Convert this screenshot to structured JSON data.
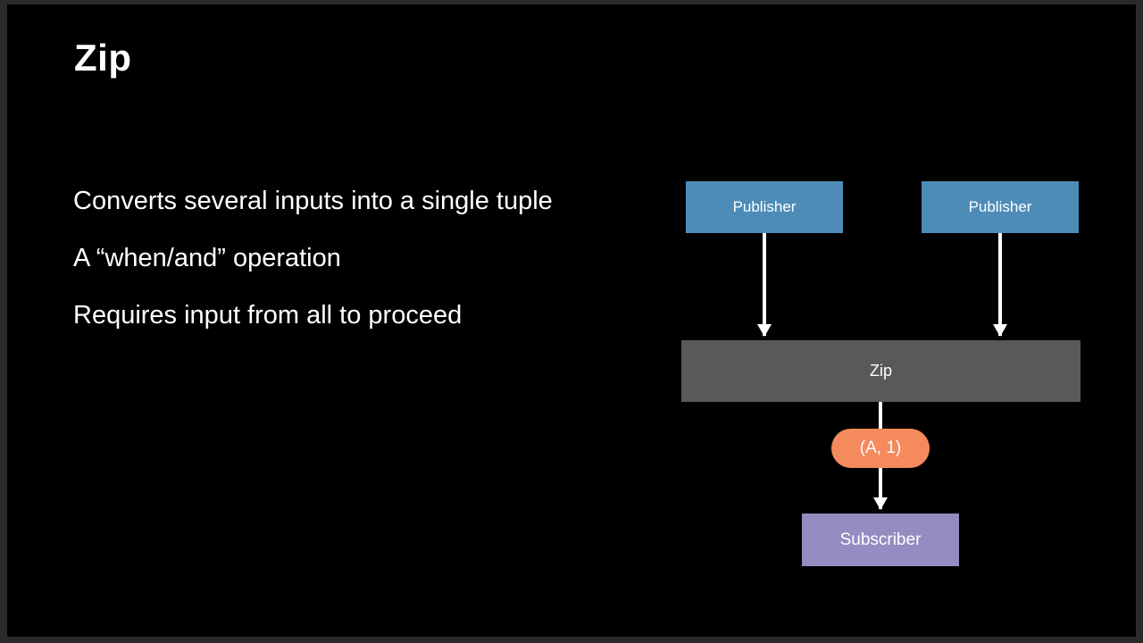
{
  "slide": {
    "title": "Zip",
    "bullets": [
      "Converts several inputs into a single tuple",
      "A “when/and” operation",
      "Requires input from all to proceed"
    ]
  },
  "diagram": {
    "publisher1": {
      "label": "Publisher"
    },
    "publisher2": {
      "label": "Publisher"
    },
    "zip": {
      "label": "Zip"
    },
    "tuple_pill": {
      "label": "(A, 1)"
    },
    "subscriber": {
      "label": "Subscriber"
    }
  },
  "colors": {
    "frame_bg": "#2a2a2c",
    "slide_bg": "#000000",
    "publisher": "#4e8cb8",
    "zip": "#595959",
    "tuple": "#f58a5c",
    "subscriber": "#948dc1",
    "arrow": "#ffffff",
    "text": "#ffffff"
  }
}
